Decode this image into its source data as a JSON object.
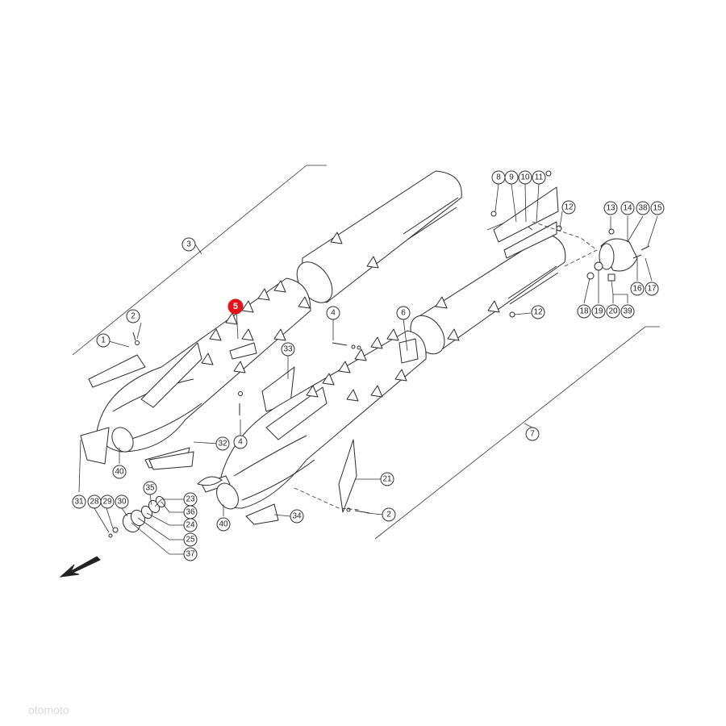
{
  "diagram": {
    "callouts": [
      {
        "id": "c1",
        "label": "1",
        "highlight": false
      },
      {
        "id": "c2a",
        "label": "2",
        "highlight": false
      },
      {
        "id": "c2b",
        "label": "2",
        "highlight": false
      },
      {
        "id": "c3",
        "label": "3",
        "highlight": false
      },
      {
        "id": "c4a",
        "label": "4",
        "highlight": false
      },
      {
        "id": "c4b",
        "label": "4",
        "highlight": false
      },
      {
        "id": "c5",
        "label": "5",
        "highlight": true
      },
      {
        "id": "c6",
        "label": "6",
        "highlight": false
      },
      {
        "id": "c7",
        "label": "7",
        "highlight": false
      },
      {
        "id": "c8",
        "label": "8",
        "highlight": false
      },
      {
        "id": "c9",
        "label": "9",
        "highlight": false
      },
      {
        "id": "c10",
        "label": "10",
        "highlight": false
      },
      {
        "id": "c11",
        "label": "11",
        "highlight": false
      },
      {
        "id": "c12a",
        "label": "12",
        "highlight": false
      },
      {
        "id": "c12b",
        "label": "12",
        "highlight": false
      },
      {
        "id": "c13",
        "label": "13",
        "highlight": false
      },
      {
        "id": "c14",
        "label": "14",
        "highlight": false
      },
      {
        "id": "c15",
        "label": "15",
        "highlight": false
      },
      {
        "id": "c16",
        "label": "16",
        "highlight": false
      },
      {
        "id": "c17",
        "label": "17",
        "highlight": false
      },
      {
        "id": "c18",
        "label": "18",
        "highlight": false
      },
      {
        "id": "c19",
        "label": "19",
        "highlight": false
      },
      {
        "id": "c20",
        "label": "20",
        "highlight": false
      },
      {
        "id": "c21",
        "label": "21",
        "highlight": false
      },
      {
        "id": "c23",
        "label": "23",
        "highlight": false
      },
      {
        "id": "c24",
        "label": "24",
        "highlight": false
      },
      {
        "id": "c25",
        "label": "25",
        "highlight": false
      },
      {
        "id": "c28",
        "label": "28",
        "highlight": false
      },
      {
        "id": "c29",
        "label": "29",
        "highlight": false
      },
      {
        "id": "c30",
        "label": "30",
        "highlight": false
      },
      {
        "id": "c31",
        "label": "31",
        "highlight": false
      },
      {
        "id": "c32",
        "label": "32",
        "highlight": false
      },
      {
        "id": "c33",
        "label": "33",
        "highlight": false
      },
      {
        "id": "c34",
        "label": "34",
        "highlight": false
      },
      {
        "id": "c35",
        "label": "35",
        "highlight": false
      },
      {
        "id": "c36",
        "label": "36",
        "highlight": false
      },
      {
        "id": "c37",
        "label": "37",
        "highlight": false
      },
      {
        "id": "c38",
        "label": "38",
        "highlight": false
      },
      {
        "id": "c39",
        "label": "39",
        "highlight": false
      },
      {
        "id": "c40a",
        "label": "40",
        "highlight": false
      },
      {
        "id": "c40b",
        "label": "40",
        "highlight": false
      }
    ],
    "watermark": "otomoto"
  },
  "colors": {
    "highlight": "#e3121b",
    "line": "#2a2a2a"
  }
}
